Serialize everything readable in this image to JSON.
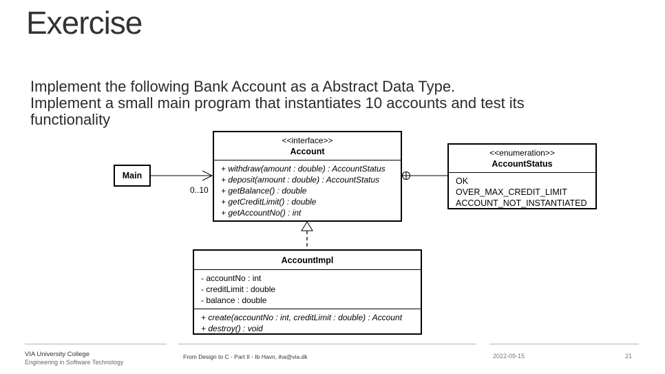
{
  "slide": {
    "title": "Exercise",
    "instructions": [
      "Implement the following Bank Account as a Abstract Data Type.",
      "Implement a small main program that instantiates 10 accounts and test its",
      "functionality"
    ]
  },
  "diagram": {
    "main": {
      "name": "Main"
    },
    "account": {
      "stereotype": "<<interface>>",
      "name": "Account",
      "operations": [
        "+ withdraw(amount : double) : AccountStatus",
        "+ deposit(amount : double) : AccountStatus",
        "+ getBalance() : double",
        "+ getCreditLimit() : double",
        "+ getAccountNo() : int"
      ]
    },
    "multiplicity": "0..10",
    "account_status": {
      "stereotype": "<<enumeration>>",
      "name": "AccountStatus",
      "literals": [
        "OK",
        "OVER_MAX_CREDIT_LIMIT",
        "ACCOUNT_NOT_INSTANTIATED"
      ]
    },
    "account_impl": {
      "name": "AccountImpl",
      "attributes": [
        "- accountNo : int",
        "- creditLimit : double",
        "- balance : double"
      ],
      "operations": [
        "+ create(accountNo : int, creditLimit : double) : Account",
        "+ destroy() : void"
      ]
    }
  },
  "footer": {
    "college": "VIA University College",
    "department": "Engineering in Software Technology",
    "course": "From Design to C - Part II -  Ib Havn, iha@via.dk",
    "date": "2022-09-15",
    "page": "21"
  }
}
